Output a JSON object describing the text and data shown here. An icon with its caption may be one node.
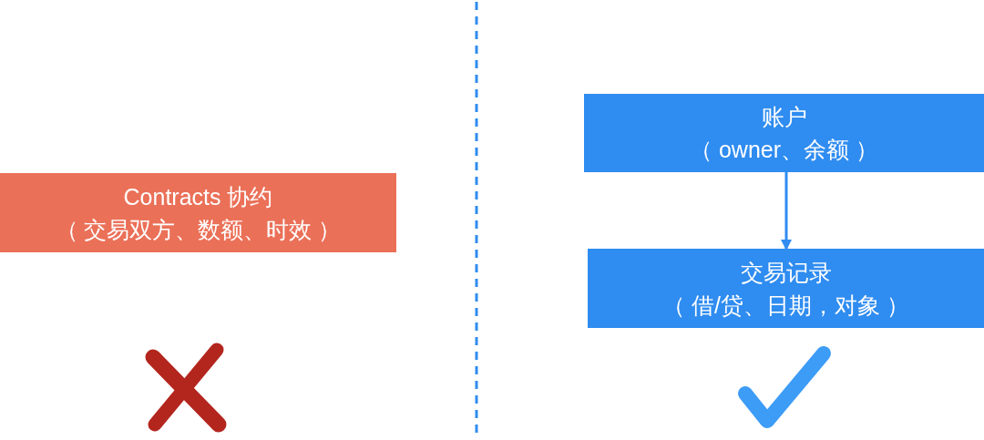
{
  "diagram": {
    "nodes": [
      {
        "text": [
          "Contracts 协约",
          "（ 交易双方、数额、时效 ）"
        ]
      },
      {
        "text": [
          "账户",
          "（ owner、余额 ）"
        ]
      },
      {
        "text": [
          "交易记录",
          "（ 借/贷、日期，对象 ）"
        ]
      }
    ],
    "edges": [
      {
        "from": 1,
        "to": 2,
        "arrow": "to"
      }
    ]
  }
}
